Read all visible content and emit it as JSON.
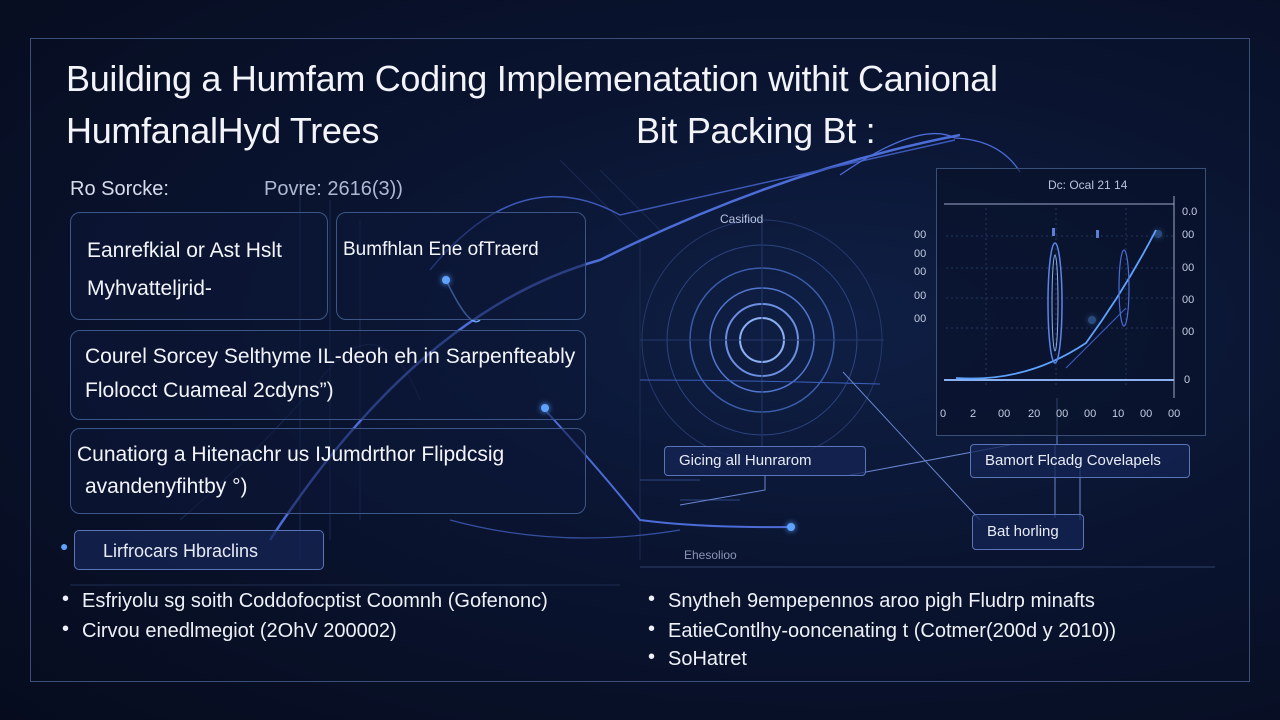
{
  "title": {
    "line1": "Building a Humfam Coding Implemenatation withit Canional",
    "line2a": "HumfanalHyd Trees",
    "line2b": "Bit Packing Bt :"
  },
  "left": {
    "label": "Ro Sorcke:",
    "label2": "Povre: 2616(3))",
    "card1": [
      "Eanrefkial or Ast Hslt",
      "Myhvatteljrid-"
    ],
    "card2": "Bumfhlan Ene ofTraerd",
    "card3": [
      "Courel Sorcey Selthyme IL-deoh eh in Sarpenfteably",
      "Flolocct Cuameal 2cdyns”)"
    ],
    "card4": [
      "Cunatiorg a Hitenachr us IJumdrthor Flipdcsig",
      "avandenyfihtby °)"
    ],
    "button": "Lirfrocars Hbraclins"
  },
  "bottom_left": [
    "Esfriyolu sg soith Coddofocptist Coomnh (Gofenonc)",
    "Cirvou enedlmegiot  (2OhV 200002)"
  ],
  "bottom_right": [
    "Snytheh 9empepennos  aroo  pigh  Fludrp  minafts",
    "EatieContlhy-ooncenating  t (Cotmer(200d y 2010))",
    "SoHatret"
  ],
  "diagram": {
    "circle_label": "Casifiod",
    "chart_caption": "Dc: Ocal 21 14",
    "box_humfarom": "Gicing all Hunrarom",
    "box_bamort": "Bamort Flcadg Covelapels",
    "box_bit": "Bat horling",
    "small_label": "Ehesolioo",
    "y_ticks": [
      "0.0",
      "00",
      "00",
      "00",
      "00",
      "0"
    ],
    "y_ticks_left": [
      "00",
      "00",
      "00",
      "00",
      "00"
    ],
    "x_ticks": [
      "0",
      "2",
      "00",
      "20",
      "00",
      "00",
      "10",
      "00",
      "00"
    ]
  },
  "colors": {
    "accent": "#5ea3ff",
    "curve": "#4c6cd8",
    "grid": "#2a3a60"
  }
}
